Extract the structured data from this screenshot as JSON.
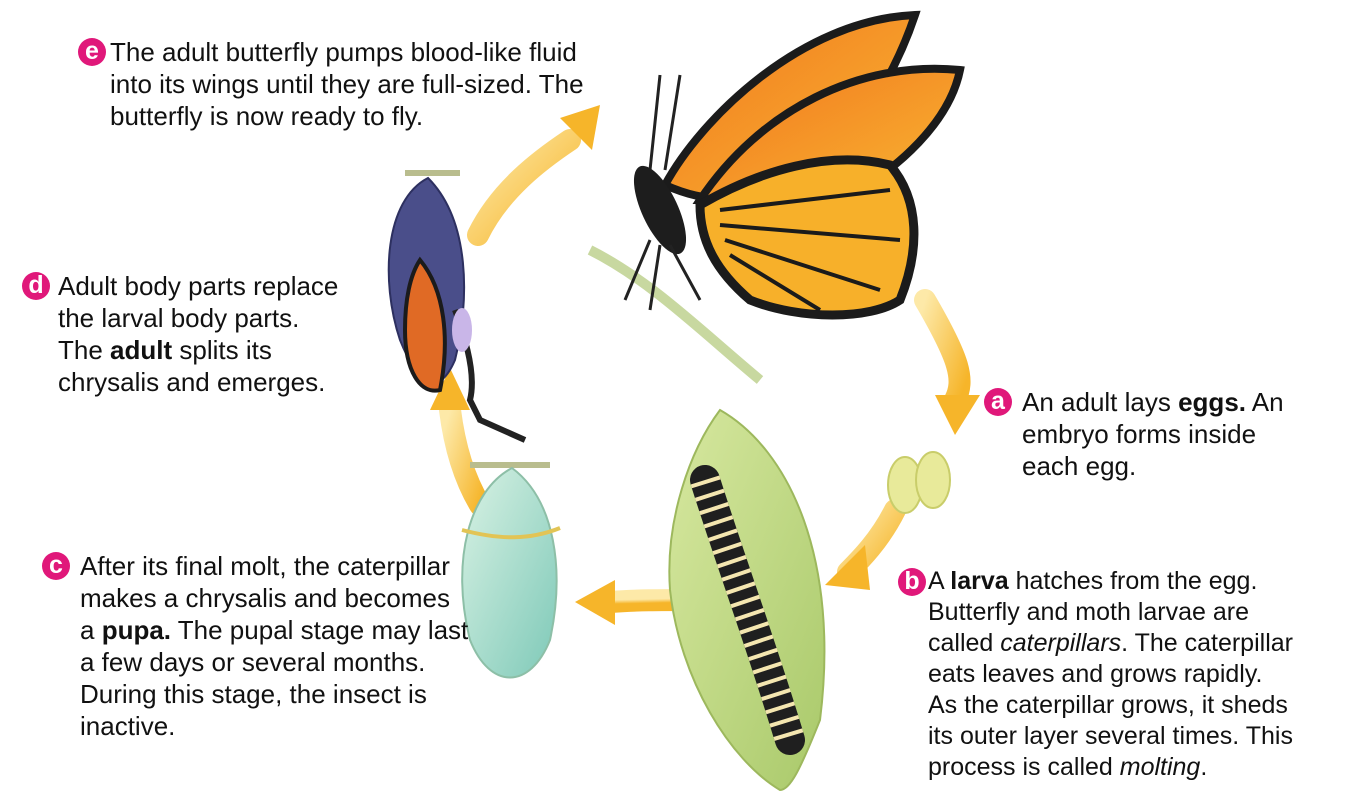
{
  "colors": {
    "badge": "#e0187a",
    "arrow": "#f6c03a",
    "text": "#111111"
  },
  "stages": {
    "a": {
      "letter": "a",
      "lines": [
        {
          "t1": "An adult lays ",
          "b": "eggs.",
          "t2": " An"
        },
        {
          "t1": "embryo forms inside"
        },
        {
          "t1": "each egg."
        }
      ]
    },
    "b": {
      "letter": "b",
      "lines": [
        {
          "t1": "A ",
          "b": "larva",
          "t2": " hatches from the egg."
        },
        {
          "t1": "Butterfly and moth larvae are"
        },
        {
          "t1": "called ",
          "i": "caterpillars",
          "t2": ". The caterpillar"
        },
        {
          "t1": "eats leaves and grows rapidly."
        },
        {
          "t1": "As the caterpillar grows, it sheds"
        },
        {
          "t1": "its outer layer several times. This"
        },
        {
          "t1": "process is called ",
          "i": "molting",
          "t2": "."
        }
      ]
    },
    "c": {
      "letter": "c",
      "lines": [
        {
          "t1": "After its final molt, the caterpillar"
        },
        {
          "t1": "makes a chrysalis and becomes"
        },
        {
          "t1": "a ",
          "b": "pupa.",
          "t2": " The pupal stage may last"
        },
        {
          "t1": "a few days or several months."
        },
        {
          "t1": "During this stage, the insect is"
        },
        {
          "t1": "inactive."
        }
      ]
    },
    "d": {
      "letter": "d",
      "lines": [
        {
          "t1": "Adult body parts replace"
        },
        {
          "t1": "the larval body parts."
        },
        {
          "t1": "The ",
          "b": "adult",
          "t2": " splits its"
        },
        {
          "t1": "chrysalis and emerges."
        }
      ]
    },
    "e": {
      "letter": "e",
      "lines": [
        {
          "t1": "The adult butterfly pumps blood-like fluid"
        },
        {
          "t1": "into its wings until they are full-sized. The"
        },
        {
          "t1": "butterfly is now ready to fly."
        }
      ]
    }
  }
}
